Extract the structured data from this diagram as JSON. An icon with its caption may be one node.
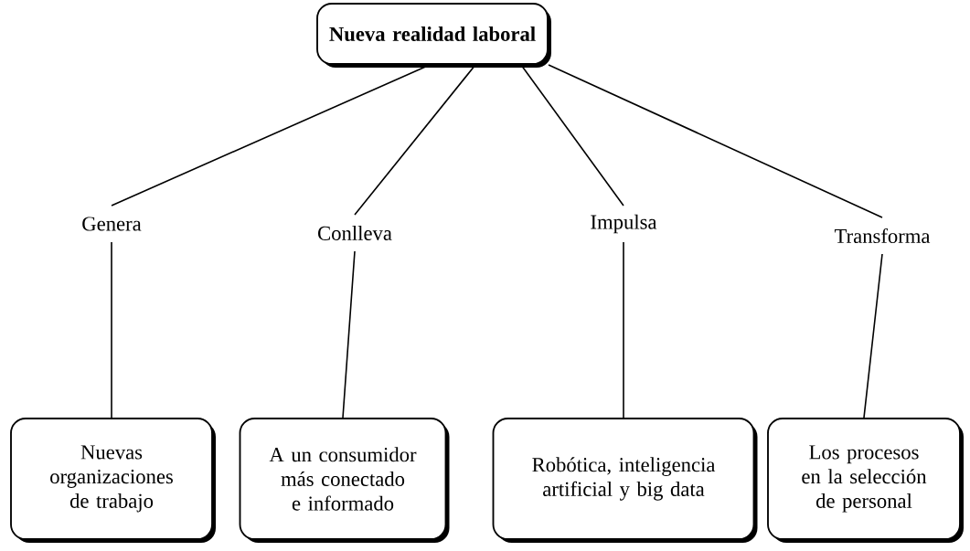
{
  "diagram": {
    "nodes": [
      {
        "text": [
          "Nueva realidad laboral"
        ]
      },
      {
        "text": [
          "Nuevas organizaciones de trabajo"
        ]
      },
      {
        "text": [
          "A un consumidor más conectado e informado"
        ]
      },
      {
        "text": [
          "Robótica, inteligencia artificial y big data"
        ]
      },
      {
        "text": [
          "Los procesos en la selección de personal"
        ]
      }
    ],
    "edges": [
      {
        "from": 0,
        "to": 1,
        "arrow": "none",
        "label": "Genera"
      },
      {
        "from": 0,
        "to": 2,
        "arrow": "none",
        "label": "Conlleva"
      },
      {
        "from": 0,
        "to": 3,
        "arrow": "none",
        "label": "Impulsa"
      },
      {
        "from": 0,
        "to": 4,
        "arrow": "none",
        "label": "Transforma"
      }
    ]
  }
}
